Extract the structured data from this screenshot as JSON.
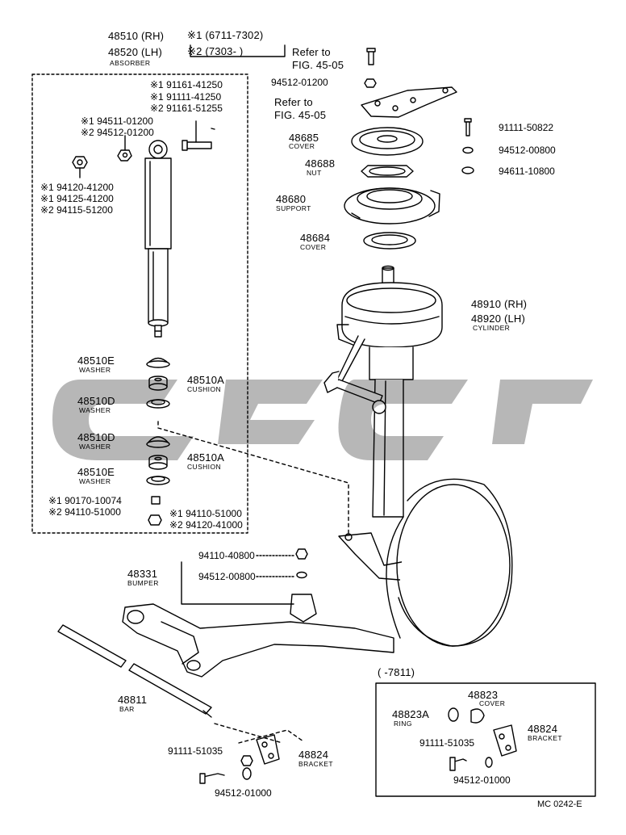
{
  "header": {
    "part_rh": "48510 (RH)",
    "part_rh_note": "※1 (6711-7302)",
    "part_lh": "48520 (LH)",
    "part_lh_note": "※2 (7303-        )",
    "absorber": "ABSORBER"
  },
  "refs": {
    "refer_a_1": "Refer to",
    "refer_a_2": "FIG. 45-05",
    "refer_b_1": "Refer to",
    "refer_b_2": "FIG. 45-05"
  },
  "left_parts": {
    "p1": "※1  91161-41250",
    "p2": "※1  91111-41250",
    "p3": "※2  91161-51255",
    "p4": "※1  94511-01200",
    "p5": "※2  94512-01200",
    "p6": "※1  94120-41200",
    "p7": "※1  94125-41200",
    "p8": "※2  94115-51200",
    "w1_num": "48510E",
    "w1_name": "WASHER",
    "c1_num": "48510A",
    "c1_name": "CUSHION",
    "d1_num": "48510D",
    "d1_name": "WASHER",
    "d2_num": "48510D",
    "d2_name": "WASHER",
    "c2_num": "48510A",
    "c2_name": "CUSHION",
    "w2_num": "48510E",
    "w2_name": "WASHER",
    "b1": "※1  90170-10074",
    "b2": "※2  94110-51000",
    "b3": "※1  94110-51000",
    "b4": "※2  94120-41000"
  },
  "top_parts": {
    "n1": "94512-01200",
    "cover1_num": "48685",
    "cover1_name": "COVER",
    "nut_num": "48688",
    "nut_name": "NUT",
    "support_num": "48680",
    "support_name": "SUPPORT",
    "cover2_num": "48684",
    "cover2_name": "COVER",
    "r1": "91111-50822",
    "r2": "94512-00800",
    "r3": "94611-10800",
    "cyl_rh": "48910 (RH)",
    "cyl_lh": "48920 (LH)",
    "cyl_name": "CYLINDER"
  },
  "bottom_parts": {
    "bumper_a": "94110-40800",
    "bumper_b": "94512-00800",
    "bumper_num": "48331",
    "bumper_name": "BUMPER",
    "bar_num": "48811",
    "bar_name": "BAR",
    "bolt": "91111-51035",
    "washer": "94512-01000",
    "bracket_num": "48824",
    "bracket_name": "BRACKET"
  },
  "inset": {
    "range": "(        -7811)",
    "cover_num": "48823",
    "cover_name": "COVER",
    "ring_num": "48823A",
    "ring_name": "RING",
    "bracket_num": "48824",
    "bracket_name": "BRACKET",
    "bolt": "91111-51035",
    "washer": "94512-01000"
  },
  "footer": {
    "code": "MC 0242-E"
  }
}
